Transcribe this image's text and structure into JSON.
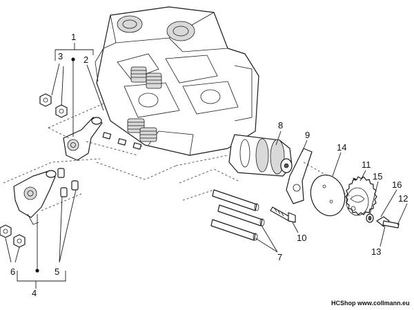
{
  "callouts": {
    "c1": "1",
    "c2": "2",
    "c3": "3",
    "c4": "4",
    "c5": "5",
    "c6": "6",
    "c7": "7",
    "c8": "8",
    "c9": "9",
    "c10": "10",
    "c11": "11",
    "c12": "12",
    "c13": "13",
    "c14": "14",
    "c15": "15",
    "c16": "16"
  },
  "credit": "HCShop www.collmann.eu"
}
